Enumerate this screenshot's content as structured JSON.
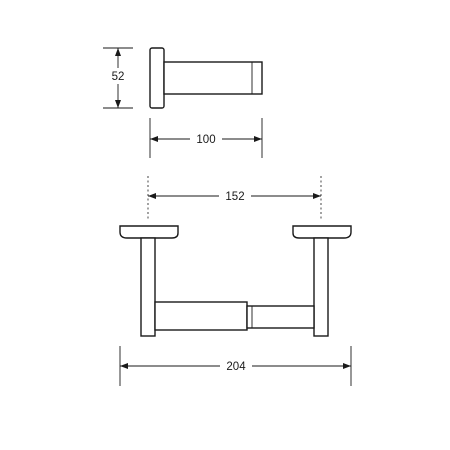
{
  "dimensions": {
    "side_height": "52",
    "side_depth": "100",
    "mount_spacing": "152",
    "overall_width": "204"
  },
  "colors": {
    "line": "#1a1a1a",
    "background": "#ffffff"
  }
}
